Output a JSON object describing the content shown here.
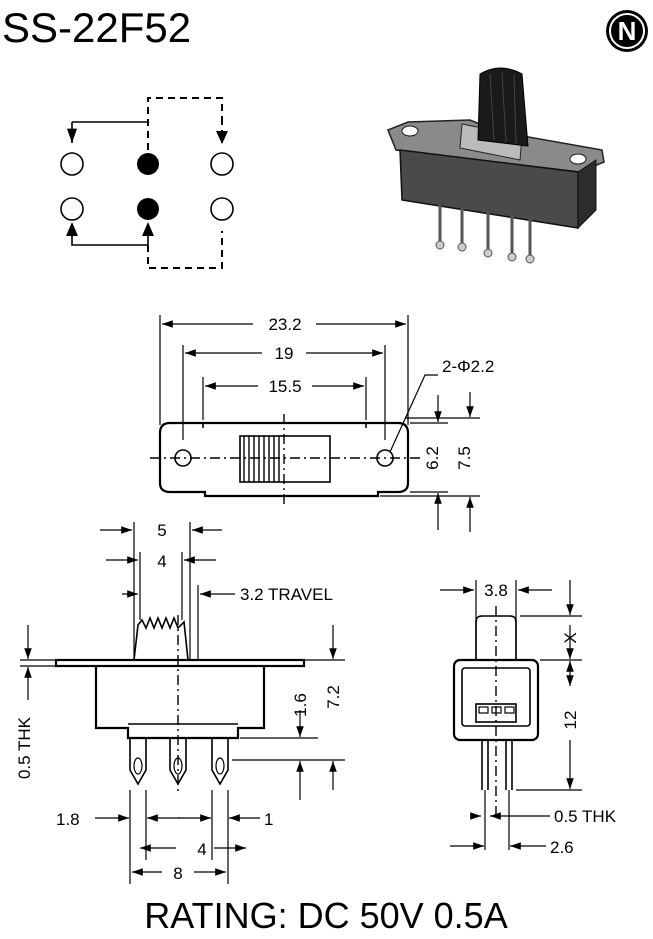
{
  "title": "SS-22F52",
  "logo": {
    "letter": "N",
    "icon": "n-logo-icon"
  },
  "rating": "RATING: DC 50V 0.5A",
  "schematic": {
    "contacts_filled": 2,
    "contacts_open": 4
  },
  "top_view": {
    "overall_length": "23.2",
    "hole_spacing": "19",
    "body_length": "15.5",
    "hole_callout": "2-Φ2.2",
    "body_width": "6.2",
    "flange_width": "7.5"
  },
  "front_view": {
    "actuator_width": "5",
    "actuator_inner": "4",
    "travel": "3.2 TRAVEL",
    "plate_thickness": "0.5 THK",
    "pin_length": "1.6",
    "body_height": "7.2",
    "edge_offset": "1.8",
    "pin_offset": "1",
    "pin_pitch": "4",
    "pin_span": "8"
  },
  "side_view": {
    "actuator_width": "3.8",
    "actuator_height": "X",
    "body_height": "12",
    "pin_thickness": "0.5 THK",
    "pin_spacing": "2.6"
  }
}
